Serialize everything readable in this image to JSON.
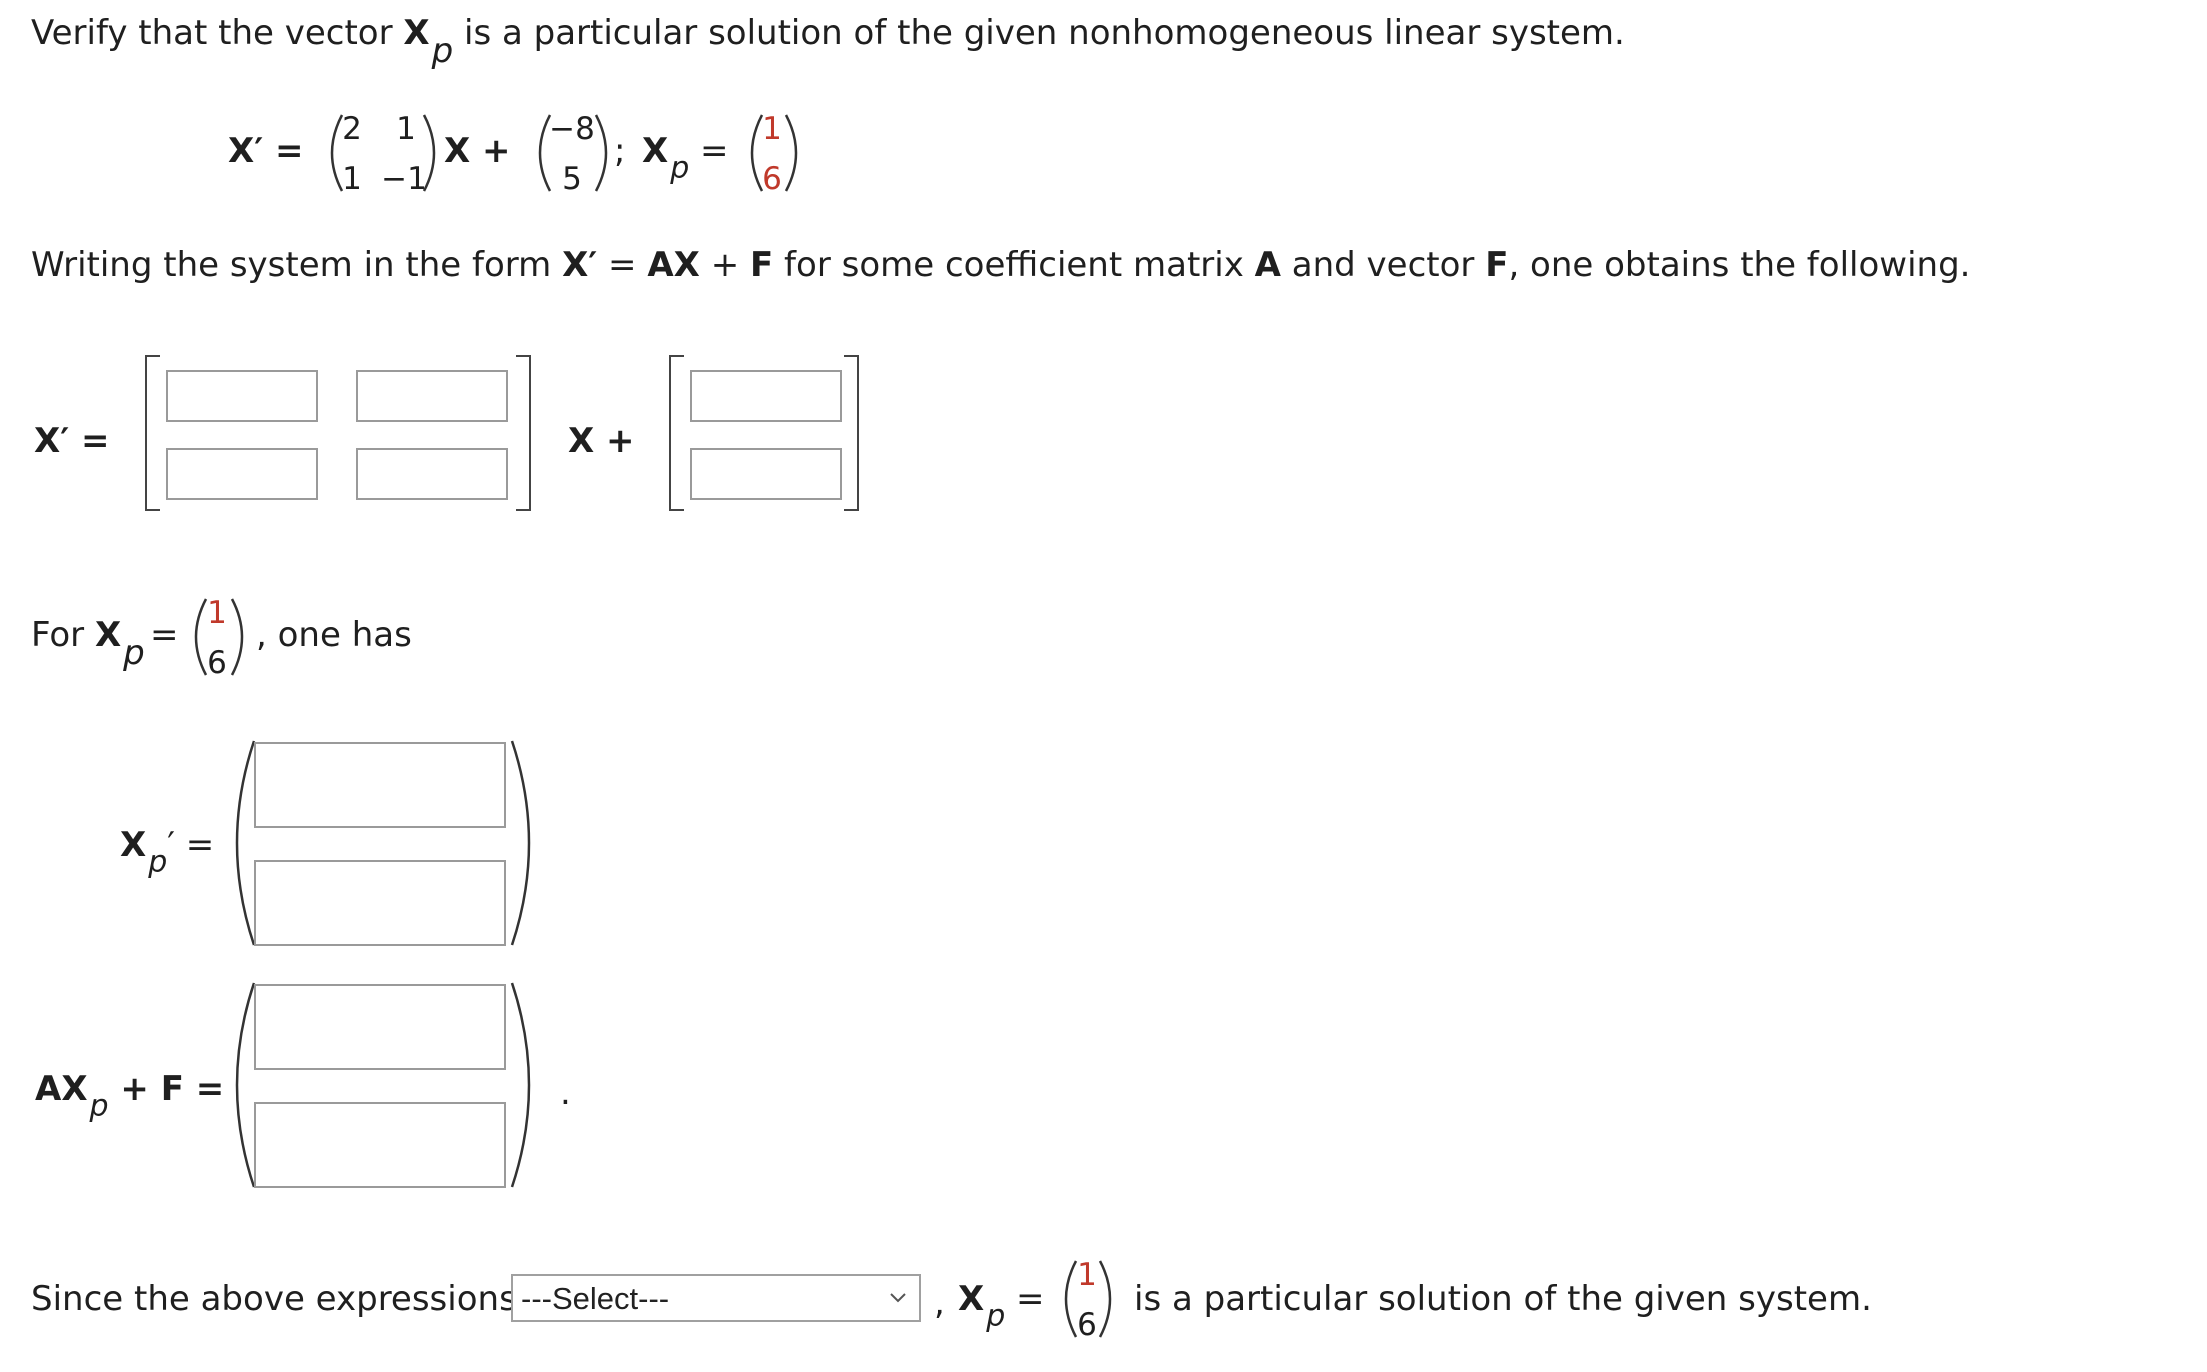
{
  "intro": {
    "prefix": "Verify that the vector ",
    "vec": "X",
    "vec_sub": "p",
    "suffix": " is a particular solution of the given nonhomogeneous linear system."
  },
  "given": {
    "lhs": "X′ =",
    "A": [
      [
        "2",
        "1"
      ],
      [
        "1",
        "−1"
      ]
    ],
    "x_plus": "X +",
    "F": [
      "−8",
      "5"
    ],
    "semicolon": ";",
    "xp_label": "X",
    "xp_sub": "p",
    "eq": "=",
    "xp": [
      "1",
      "6"
    ]
  },
  "form_sentence": {
    "p1": "Writing the system in the form ",
    "b1": "X′",
    "p2": " = ",
    "b2": "AX",
    "p3": " + ",
    "b3": "F",
    "p4": " for some coefficient matrix ",
    "b4": "A",
    "p5": " and vector ",
    "b5": "F",
    "p6": ", one obtains the following."
  },
  "system_form": {
    "lhs": "X′ =",
    "x_plus": "X +"
  },
  "for_line": {
    "for": "For ",
    "vec": "X",
    "sub": "p",
    "eq": "=",
    "xp": [
      "1",
      "6"
    ],
    "one_has": ", one has"
  },
  "xp_prime": {
    "label": "X",
    "sub": "p",
    "rest": "′ ="
  },
  "axp_f": {
    "label": "AX",
    "sub": "p",
    "rest": " + F =",
    "period": "."
  },
  "conclusion": {
    "since": "Since the above expressions",
    "select": {
      "selected": "---Select---",
      "options": [
        "---Select---"
      ]
    },
    "comma": ",",
    "vec": "X",
    "sub": "p",
    "eq": "=",
    "xp": [
      "1",
      "6"
    ],
    "tail": "is a particular solution of the given system."
  },
  "colors": {
    "highlight_red": "#c0392b",
    "input_border": "#9a9a9a",
    "text": "#1f1f1f"
  }
}
